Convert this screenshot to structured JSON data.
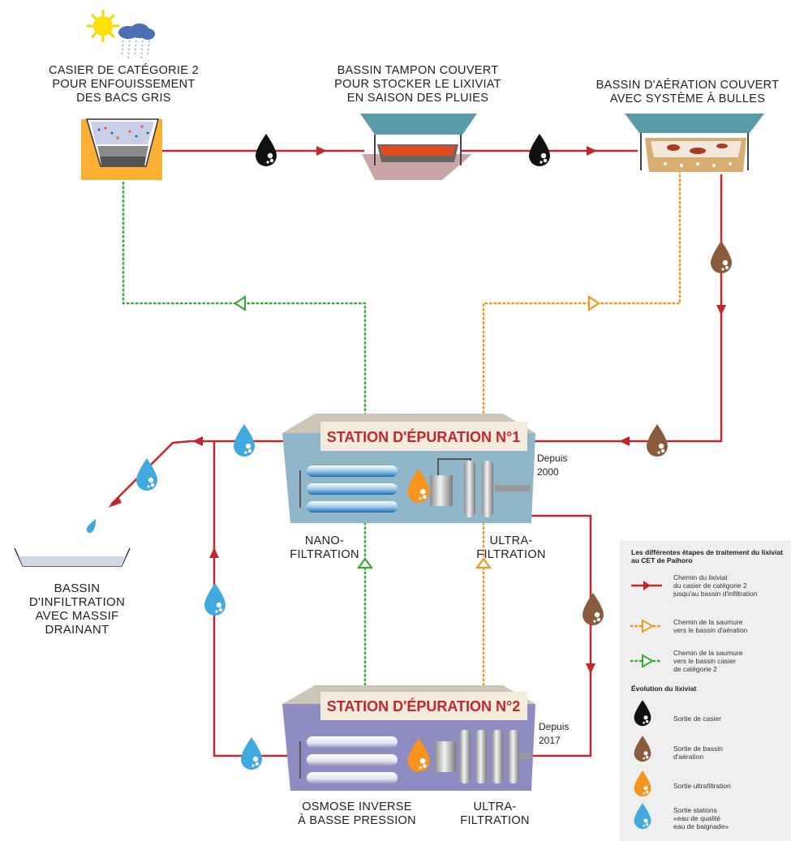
{
  "labels": {
    "casier": "CASIER DE CATÉGORIE 2\nPOUR ENFOUISSEMENT\nDES BACS GRIS",
    "bassin_tampon": "BASSIN TAMPON COUVERT\nPOUR STOCKER LE LIXIVIAT\nEN SAISON DES PLUIES",
    "bassin_aeration": "BASSIN D'AÉRATION COUVERT\nAVEC SYSTÈME À BULLES",
    "bassin_infiltration": "BASSIN\nD'INFILTRATION\nAVEC MASSIF\nDRAINANT",
    "nanofiltration": "NANO-\nFILTRATION",
    "ultrafiltration_1": "ULTRA-\nFILTRATION",
    "osmose": "OSMOSE INVERSE\nÀ BASSE PRESSION",
    "ultrafiltration_2": "ULTRA-\nFILTRATION"
  },
  "stations": {
    "station1": {
      "title": "STATION D'ÉPURATION N°1",
      "since": "Depuis\n2000"
    },
    "station2": {
      "title": "STATION D'ÉPURATION N°2",
      "since": "Depuis\n2017"
    }
  },
  "legend": {
    "title": "Les différentes étapes de traitement du lixiviat au CET de Paihoro",
    "paths": [
      {
        "text": "Chemin du lixiviat\ndu casier de catégorie 2\njusqu'au bassin d'infiltration",
        "color": "#c1272d",
        "style": "solid"
      },
      {
        "text": "Chemin de la saumure\nvers le bassin d'aération",
        "color": "#f7941d",
        "style": "dotted"
      },
      {
        "text": "Chemin de la saumure\nvers le bassin casier\nde catégorie 2",
        "color": "#39a935",
        "style": "dotted"
      }
    ],
    "evolution_title": "Évolution du lixiviat",
    "drops": [
      {
        "text": "Sortie de casier",
        "color": "#111111"
      },
      {
        "text": "Sortie de bassin\nd'aération",
        "color": "#8b5a3c"
      },
      {
        "text": "Sortie ultrafiltration",
        "color": "#f7941d"
      },
      {
        "text": "Sortie stations\n«eau de qualité\neau de baignade»",
        "color": "#3fa9e0"
      }
    ]
  },
  "colors": {
    "leachate": "#c1272d",
    "brine_orange": "#f7941d",
    "brine_green": "#39a935",
    "drop_black": "#111111",
    "drop_brown": "#8b5a3c",
    "drop_orange": "#f7941d",
    "drop_blue": "#3fa9e0",
    "station1_body": "#8fb6c9",
    "station2_body": "#8f8cc4",
    "casier_ground": "#fbb034",
    "roof": "#5b9aa9"
  },
  "icons": [
    "sun-rain-cloud-icon",
    "water-drop-icon",
    "flow-arrow-icon",
    "filter-membrane-icon",
    "pump-icon"
  ]
}
